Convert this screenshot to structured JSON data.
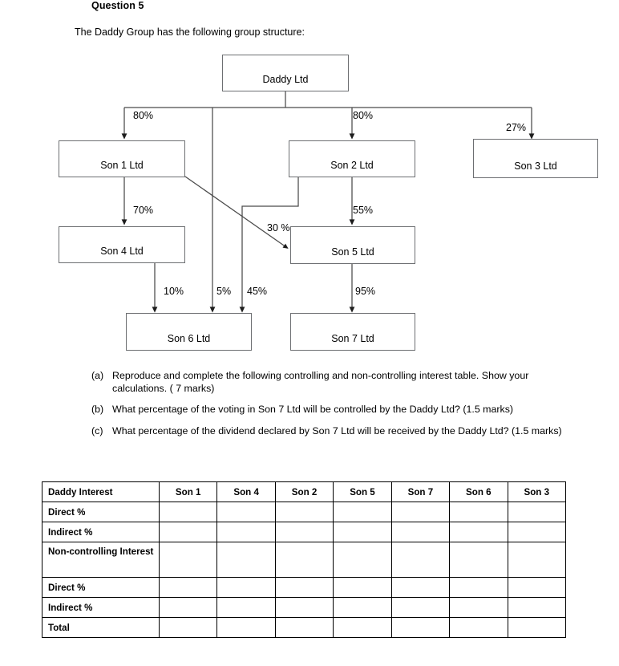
{
  "question": {
    "title": "Question 5",
    "intro": "The Daddy Group has the following group structure:"
  },
  "chart_data": {
    "type": "diagram",
    "title": "Daddy Group structure",
    "nodes": [
      {
        "id": "daddy",
        "label": "Daddy Ltd"
      },
      {
        "id": "son1",
        "label": "Son 1 Ltd"
      },
      {
        "id": "son2",
        "label": "Son 2 Ltd"
      },
      {
        "id": "son3",
        "label": "Son 3 Ltd"
      },
      {
        "id": "son4",
        "label": "Son 4 Ltd"
      },
      {
        "id": "son5",
        "label": "Son 5 Ltd"
      },
      {
        "id": "son6",
        "label": "Son 6 Ltd"
      },
      {
        "id": "son7",
        "label": "Son 7 Ltd"
      }
    ],
    "edges": [
      {
        "from": "daddy",
        "to": "son1",
        "label": "80%"
      },
      {
        "from": "daddy",
        "to": "son2",
        "label": "80%"
      },
      {
        "from": "daddy",
        "to": "son3",
        "label": "27%"
      },
      {
        "from": "daddy",
        "to": "son6",
        "label": "5%"
      },
      {
        "from": "son1",
        "to": "son4",
        "label": "70%"
      },
      {
        "from": "son1",
        "to": "son5",
        "label": "30 %"
      },
      {
        "from": "son2",
        "to": "son5",
        "label": "55%"
      },
      {
        "from": "son2",
        "to": "son6",
        "label": "45%"
      },
      {
        "from": "son4",
        "to": "son6",
        "label": "10%"
      },
      {
        "from": "son5",
        "to": "son7",
        "label": "95%"
      }
    ]
  },
  "subquestions": [
    {
      "marker": "(a)",
      "text": "Reproduce and complete the following controlling and non-controlling interest table.  Show your calculations. ( 7 marks)"
    },
    {
      "marker": "(b)",
      "text": "What percentage of the voting in Son 7 Ltd will be controlled by the Daddy Ltd? (1.5 marks)"
    },
    {
      "marker": "(c)",
      "text": "What percentage of the dividend declared by Son 7 Ltd will be received by the Daddy Ltd? (1.5 marks)"
    }
  ],
  "table": {
    "headers": [
      "Daddy Interest",
      "Son 1",
      "Son 4",
      "Son 2",
      "Son 5",
      "Son 7",
      "Son 6",
      "Son 3"
    ],
    "rows": [
      {
        "label": "Direct %",
        "cells": [
          "",
          "",
          "",
          "",
          "",
          "",
          ""
        ]
      },
      {
        "label": "Indirect %",
        "cells": [
          "",
          "",
          "",
          "",
          "",
          "",
          ""
        ]
      },
      {
        "label": "Non-controlling Interest",
        "cells": [
          "",
          "",
          "",
          "",
          "",
          "",
          ""
        ]
      },
      {
        "label": "Direct %",
        "cells": [
          "",
          "",
          "",
          "",
          "",
          "",
          ""
        ]
      },
      {
        "label": "Indirect %",
        "cells": [
          "",
          "",
          "",
          "",
          "",
          "",
          ""
        ]
      },
      {
        "label": "Total",
        "cells": [
          "",
          "",
          "",
          "",
          "",
          "",
          ""
        ]
      }
    ]
  },
  "colors": {
    "box_border": "#6d6f72",
    "wire": "#3a3a3a",
    "table_border": "#000000",
    "text": "#000000",
    "background": "#ffffff"
  }
}
